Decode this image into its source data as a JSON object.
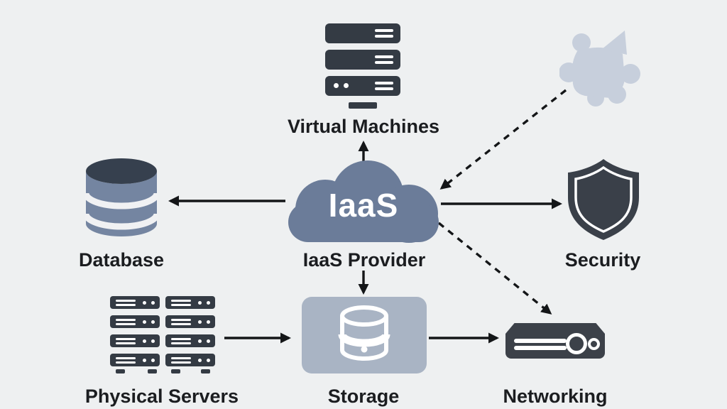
{
  "nodes": {
    "virtual_machines": {
      "label": "Virtual Machines",
      "icon": "server-stack-icon"
    },
    "iaas_cloud": {
      "text": "IaaS",
      "label": "IaaS Provider",
      "icon": "cloud-icon"
    },
    "database": {
      "label": "Database",
      "icon": "database-cylinder-icon"
    },
    "security": {
      "label": "Security",
      "icon": "shield-icon"
    },
    "puzzle_shape": {
      "icon": "puzzle-piece-icon"
    },
    "physical_servers": {
      "label": "Physical Servers",
      "icon": "server-rack-icon"
    },
    "storage": {
      "label": "Storage",
      "icon": "storage-drum-icon"
    },
    "networking": {
      "label": "Networking",
      "icon": "network-router-icon"
    }
  },
  "edges": [
    {
      "from": "iaas_cloud",
      "to": "virtual_machines",
      "style": "solid"
    },
    {
      "from": "iaas_cloud",
      "to": "database",
      "style": "solid"
    },
    {
      "from": "iaas_cloud",
      "to": "security",
      "style": "solid"
    },
    {
      "from": "iaas_cloud",
      "to": "storage",
      "style": "solid"
    },
    {
      "from": "physical_servers",
      "to": "storage",
      "style": "solid"
    },
    {
      "from": "storage",
      "to": "networking",
      "style": "solid"
    },
    {
      "from": "puzzle_shape",
      "to": "iaas_cloud",
      "style": "dashed"
    },
    {
      "from": "iaas_cloud",
      "to": "networking",
      "style": "dashed"
    }
  ],
  "colors": {
    "background": "#eef0f1",
    "dark_icon": "#343b44",
    "cloud_fill": "#6b7c99",
    "storage_box_fill": "#a9b4c4",
    "puzzle_fill": "#c7cfdc",
    "database_top": "#36404e",
    "database_body": "#7485a1",
    "arrow": "#141618",
    "label_text": "#1b1d20",
    "cloud_text": "#ffffff"
  }
}
